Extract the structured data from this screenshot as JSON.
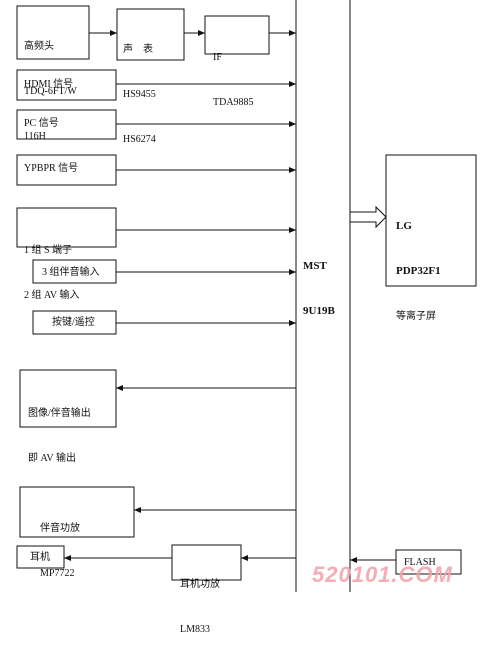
{
  "blocks": {
    "tuner": {
      "lines": [
        "高频头",
        "TDQ-6FT/W",
        "116H"
      ]
    },
    "audio_ic": {
      "lines": [
        "声    表",
        "HS9455",
        "HS6274"
      ]
    },
    "if_ic": {
      "lines": [
        "IF",
        "TDA9885"
      ]
    },
    "hdmi": {
      "label": "HDMI 信号"
    },
    "pc": {
      "label": "PC 信号"
    },
    "ypbpr": {
      "label": "YPBPR 信号"
    },
    "s_av_in": {
      "lines": [
        "1 组 S 端子",
        "2 组 AV 输入"
      ]
    },
    "audio_in": {
      "label": "3 组伴音输入"
    },
    "keys": {
      "label": "按键/遥控"
    },
    "av_out": {
      "lines": [
        "图像/伴音输出",
        "即 AV 输出"
      ]
    },
    "amp": {
      "lines": [
        "伴音功放",
        "MP7722"
      ]
    },
    "earphone": {
      "label": "耳机"
    },
    "hp_amp": {
      "lines": [
        "耳机功放",
        "LM833"
      ]
    },
    "flash": {
      "label": "FLASH"
    },
    "main_ic": {
      "lines": [
        "MST",
        "9U19B"
      ]
    },
    "panel": {
      "lines": [
        "LG",
        "PDP32F1",
        "等离子屏"
      ]
    }
  },
  "watermark": "520101.COM"
}
